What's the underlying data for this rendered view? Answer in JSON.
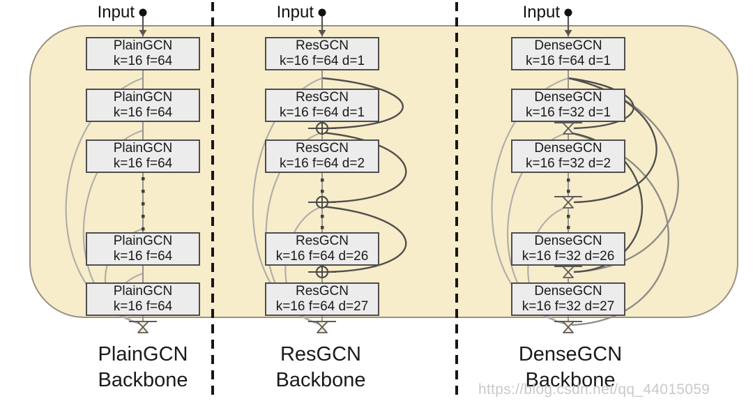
{
  "watermark": "https://blog.csdn.net/qq_44015059",
  "colors": {
    "canvas_background": "#f8edca",
    "panel_border": "#999084",
    "block_fill": "#ececec",
    "block_border": "#4d4d4d",
    "separator": "#161616",
    "center_line": "#8a8a8a",
    "skip_curve_dark": "#4f4f4f",
    "skip_curve_medium": "#8f8d8a",
    "fusion_curve_gray": "#b0aeab",
    "symbol_stroke": "#5a5a5a",
    "text": "#1a1a1a",
    "watermark_text": "#c9c9c9"
  },
  "columns": [
    {
      "input_label": "Input",
      "backbone_line1": "PlainGCN",
      "backbone_line2": "Backbone",
      "blocks": [
        {
          "line1": "PlainGCN",
          "line2": "k=16 f=64"
        },
        {
          "line1": "PlainGCN",
          "line2": "k=16 f=64"
        },
        {
          "line1": "PlainGCN",
          "line2": "k=16 f=64"
        },
        {
          "line1": "PlainGCN",
          "line2": "k=16 f=64"
        },
        {
          "line1": "PlainGCN",
          "line2": "k=16 f=64"
        }
      ]
    },
    {
      "input_label": "Input",
      "backbone_line1": "ResGCN",
      "backbone_line2": "Backbone",
      "blocks": [
        {
          "line1": "ResGCN",
          "line2": "k=16 f=64 d=1"
        },
        {
          "line1": "ResGCN",
          "line2": "k=16 f=64 d=1"
        },
        {
          "line1": "ResGCN",
          "line2": "k=16 f=64 d=2"
        },
        {
          "line1": "ResGCN",
          "line2": "k=16 f=64 d=26"
        },
        {
          "line1": "ResGCN",
          "line2": "k=16 f=64 d=27"
        }
      ]
    },
    {
      "input_label": "Input",
      "backbone_line1": "DenseGCN",
      "backbone_line2": "Backbone",
      "blocks": [
        {
          "line1": "DenseGCN",
          "line2": "k=16 f=64 d=1"
        },
        {
          "line1": "DenseGCN",
          "line2": "k=16 f=32 d=1"
        },
        {
          "line1": "DenseGCN",
          "line2": "k=16 f=32 d=2"
        },
        {
          "line1": "DenseGCN",
          "line2": "k=16 f=32 d=26"
        },
        {
          "line1": "DenseGCN",
          "line2": "k=16 f=32 d=27"
        }
      ]
    }
  ]
}
